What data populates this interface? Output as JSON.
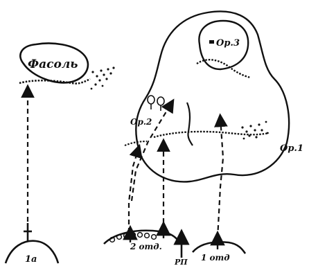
{
  "labels": {
    "beans": "Фасоль",
    "op1": "Ор.1",
    "op2": "Ор.2",
    "op3": "Ор.3",
    "dept1": "1 отд",
    "dept2": "2 отд.",
    "dept1a": "1а",
    "rp": "РП"
  },
  "colors": {
    "ink": "#111111",
    "paper": "#ffffff"
  }
}
